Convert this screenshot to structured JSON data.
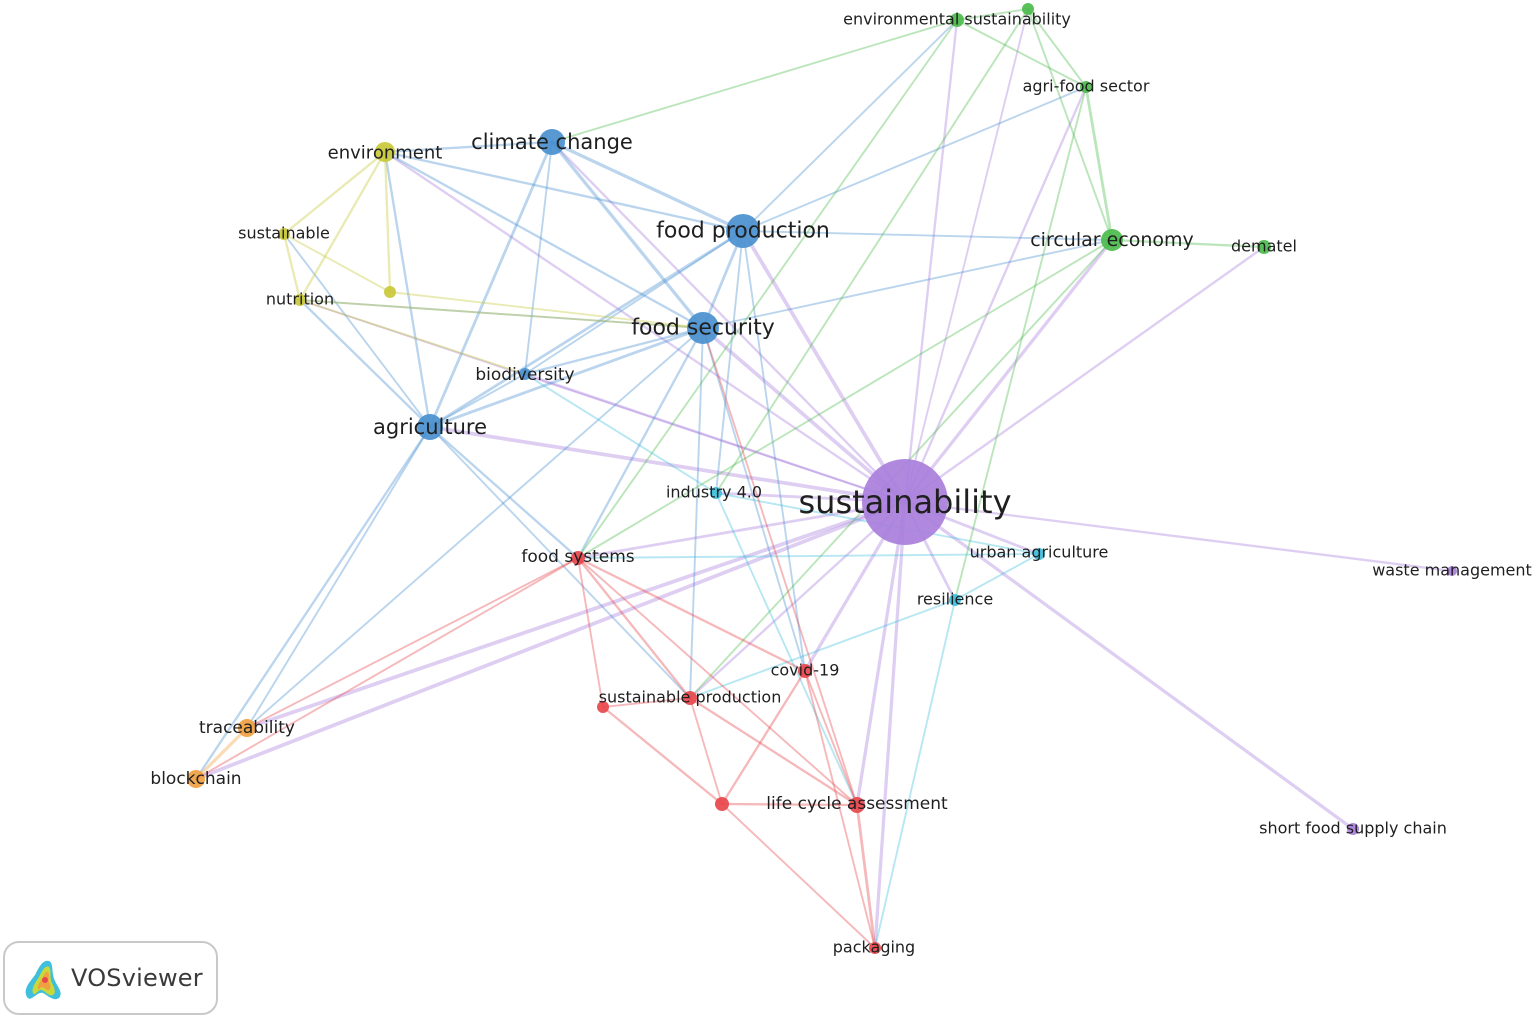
{
  "network": {
    "clusters": {
      "red": "#e8474c",
      "green": "#4cbb4c",
      "blue": "#4a90cf",
      "yellow": "#c9c93a",
      "purple": "#a97fdc",
      "cyan": "#3fbfdc",
      "orange": "#f0a040"
    },
    "nodes": [
      {
        "id": "sustainability",
        "label": "sustainability",
        "cluster": "purple",
        "weight": 10
      },
      {
        "id": "food-production",
        "label": "food production",
        "cluster": "blue",
        "weight": 5
      },
      {
        "id": "food-security",
        "label": "food security",
        "cluster": "blue",
        "weight": 4.5
      },
      {
        "id": "climate-change",
        "label": "climate change",
        "cluster": "blue",
        "weight": 4.5
      },
      {
        "id": "agriculture",
        "label": "agriculture",
        "cluster": "blue",
        "weight": 4.5
      },
      {
        "id": "biodiversity",
        "label": "biodiversity",
        "cluster": "blue",
        "weight": 2
      },
      {
        "id": "environment",
        "label": "environment",
        "cluster": "yellow",
        "weight": 3
      },
      {
        "id": "sustainable",
        "label": "sustainable",
        "cluster": "yellow",
        "weight": 2
      },
      {
        "id": "nutrition",
        "label": "nutrition",
        "cluster": "yellow",
        "weight": 2
      },
      {
        "id": "yellow-unlabeled",
        "label": "",
        "cluster": "yellow",
        "weight": 2
      },
      {
        "id": "environmental-sustainability",
        "label": "environmental sustainability",
        "cluster": "green",
        "weight": 2.2
      },
      {
        "id": "green-top",
        "label": "",
        "cluster": "green",
        "weight": 2
      },
      {
        "id": "agri-food-sector",
        "label": "agri-food sector",
        "cluster": "green",
        "weight": 2
      },
      {
        "id": "circular-economy",
        "label": "circular economy",
        "cluster": "green",
        "weight": 3.5
      },
      {
        "id": "dematel",
        "label": "dematel",
        "cluster": "green",
        "weight": 2
      },
      {
        "id": "industry-4-0",
        "label": "industry 4.0",
        "cluster": "cyan",
        "weight": 2
      },
      {
        "id": "urban-agriculture",
        "label": "urban agriculture",
        "cluster": "cyan",
        "weight": 2
      },
      {
        "id": "resilience",
        "label": "resilience",
        "cluster": "cyan",
        "weight": 2
      },
      {
        "id": "waste-management",
        "label": "waste management",
        "cluster": "purple",
        "weight": 1.8
      },
      {
        "id": "short-food-supply-chain",
        "label": "short food supply chain",
        "cluster": "purple",
        "weight": 1.8
      },
      {
        "id": "food-systems",
        "label": "food systems",
        "cluster": "red",
        "weight": 2.3
      },
      {
        "id": "covid-19",
        "label": "covid-19",
        "cluster": "red",
        "weight": 2.2
      },
      {
        "id": "sustainable-production",
        "label": "sustainable production",
        "cluster": "red",
        "weight": 2.3
      },
      {
        "id": "red-unlabeled-a",
        "label": "",
        "cluster": "red",
        "weight": 2
      },
      {
        "id": "red-unlabeled-b",
        "label": "",
        "cluster": "red",
        "weight": 2
      },
      {
        "id": "life-cycle-assessment",
        "label": "life cycle assessment",
        "cluster": "red",
        "weight": 2.3
      },
      {
        "id": "packaging",
        "label": "packaging",
        "cluster": "red",
        "weight": 2
      },
      {
        "id": "traceability",
        "label": "traceability",
        "cluster": "orange",
        "weight": 2.5
      },
      {
        "id": "blockchain",
        "label": "blockchain",
        "cluster": "orange",
        "weight": 2.5
      }
    ],
    "links": [
      [
        "sustainability",
        "food-production",
        3
      ],
      [
        "sustainability",
        "food-security",
        3
      ],
      [
        "sustainability",
        "climate-change",
        1.5
      ],
      [
        "sustainability",
        "agriculture",
        3
      ],
      [
        "sustainability",
        "biodiversity",
        1.5
      ],
      [
        "sustainability",
        "environment",
        1.5
      ],
      [
        "sustainability",
        "nutrition",
        1
      ],
      [
        "sustainability",
        "environmental-sustainability",
        1.5
      ],
      [
        "sustainability",
        "green-top",
        1
      ],
      [
        "sustainability",
        "agri-food-sector",
        1.5
      ],
      [
        "sustainability",
        "circular-economy",
        2.5
      ],
      [
        "sustainability",
        "dematel",
        1.5
      ],
      [
        "sustainability",
        "industry-4-0",
        2
      ],
      [
        "sustainability",
        "urban-agriculture",
        2
      ],
      [
        "sustainability",
        "resilience",
        2
      ],
      [
        "sustainability",
        "waste-management",
        1.5
      ],
      [
        "sustainability",
        "short-food-supply-chain",
        2.5
      ],
      [
        "sustainability",
        "food-systems",
        2
      ],
      [
        "sustainability",
        "covid-19",
        2.5
      ],
      [
        "sustainability",
        "sustainable-production",
        1.5
      ],
      [
        "sustainability",
        "life-cycle-assessment",
        2.5
      ],
      [
        "sustainability",
        "packaging",
        2.5
      ],
      [
        "sustainability",
        "traceability",
        3
      ],
      [
        "sustainability",
        "blockchain",
        3
      ],
      [
        "food-production",
        "climate-change",
        2.5
      ],
      [
        "food-production",
        "food-security",
        2
      ],
      [
        "food-production",
        "agriculture",
        2
      ],
      [
        "food-production",
        "environment",
        1.5
      ],
      [
        "food-production",
        "biodiversity",
        1
      ],
      [
        "food-production",
        "circular-economy",
        1
      ],
      [
        "food-production",
        "agri-food-sector",
        1
      ],
      [
        "food-production",
        "environmental-sustainability",
        1
      ],
      [
        "food-production",
        "industry-4-0",
        1
      ],
      [
        "food-production",
        "covid-19",
        1
      ],
      [
        "food-security",
        "climate-change",
        2.5
      ],
      [
        "food-security",
        "agriculture",
        2
      ],
      [
        "food-security",
        "biodiversity",
        1.5
      ],
      [
        "food-security",
        "environment",
        1.5
      ],
      [
        "food-security",
        "nutrition",
        1
      ],
      [
        "food-security",
        "food-systems",
        1.5
      ],
      [
        "food-security",
        "sustainable-production",
        1
      ],
      [
        "food-security",
        "traceability",
        1
      ],
      [
        "food-security",
        "covid-19",
        1
      ],
      [
        "food-security",
        "circular-economy",
        1
      ],
      [
        "climate-change",
        "agriculture",
        2
      ],
      [
        "climate-change",
        "environment",
        1.5
      ],
      [
        "climate-change",
        "biodiversity",
        1
      ],
      [
        "agriculture",
        "environment",
        1.5
      ],
      [
        "agriculture",
        "sustainable",
        1
      ],
      [
        "agriculture",
        "nutrition",
        1.5
      ],
      [
        "agriculture",
        "biodiversity",
        1
      ],
      [
        "agriculture",
        "food-systems",
        1.5
      ],
      [
        "agriculture",
        "traceability",
        1
      ],
      [
        "agriculture",
        "blockchain",
        1.5
      ],
      [
        "agriculture",
        "sustainable-production",
        1
      ],
      [
        "environment",
        "sustainable",
        1.5
      ],
      [
        "environment",
        "nutrition",
        1.5
      ],
      [
        "environment",
        "yellow-unlabeled",
        1.5
      ],
      [
        "sustainable",
        "nutrition",
        1.5
      ],
      [
        "sustainable",
        "yellow-unlabeled",
        1
      ],
      [
        "nutrition",
        "food-security",
        1
      ],
      [
        "nutrition",
        "biodiversity",
        1
      ],
      [
        "yellow-unlabeled",
        "food-security",
        1
      ],
      [
        "environmental-sustainability",
        "green-top",
        1
      ],
      [
        "environmental-sustainability",
        "agri-food-sector",
        1
      ],
      [
        "environmental-sustainability",
        "climate-change",
        1
      ],
      [
        "environmental-sustainability",
        "food-systems",
        1
      ],
      [
        "green-top",
        "agri-food-sector",
        1
      ],
      [
        "green-top",
        "circular-economy",
        1
      ],
      [
        "green-top",
        "industry-4-0",
        1
      ],
      [
        "agri-food-sector",
        "circular-economy",
        2
      ],
      [
        "agri-food-sector",
        "resilience",
        1
      ],
      [
        "circular-economy",
        "dematel",
        1.5
      ],
      [
        "circular-economy",
        "sustainable-production",
        1
      ],
      [
        "circular-economy",
        "food-systems",
        1
      ],
      [
        "industry-4-0",
        "urban-agriculture",
        1
      ],
      [
        "industry-4-0",
        "biodiversity",
        1
      ],
      [
        "industry-4-0",
        "life-cycle-assessment",
        1
      ],
      [
        "urban-agriculture",
        "food-systems",
        1
      ],
      [
        "urban-agriculture",
        "resilience",
        1
      ],
      [
        "resilience",
        "sustainable-production",
        1
      ],
      [
        "resilience",
        "packaging",
        1
      ],
      [
        "food-systems",
        "covid-19",
        1.5
      ],
      [
        "food-systems",
        "sustainable-production",
        1.5
      ],
      [
        "food-systems",
        "red-unlabeled-a",
        1
      ],
      [
        "food-systems",
        "life-cycle-assessment",
        1
      ],
      [
        "food-systems",
        "traceability",
        1
      ],
      [
        "food-systems",
        "blockchain",
        1
      ],
      [
        "covid-19",
        "red-unlabeled-b",
        1.5
      ],
      [
        "covid-19",
        "life-cycle-assessment",
        1
      ],
      [
        "covid-19",
        "packaging",
        1
      ],
      [
        "sustainable-production",
        "red-unlabeled-b",
        1
      ],
      [
        "sustainable-production",
        "life-cycle-assessment",
        1.5
      ],
      [
        "red-unlabeled-a",
        "red-unlabeled-b",
        1.5
      ],
      [
        "red-unlabeled-a",
        "sustainable-production",
        1
      ],
      [
        "red-unlabeled-b",
        "life-cycle-assessment",
        1.5
      ],
      [
        "red-unlabeled-b",
        "packaging",
        1
      ],
      [
        "life-cycle-assessment",
        "packaging",
        2
      ],
      [
        "life-cycle-assessment",
        "food-security",
        1
      ],
      [
        "traceability",
        "blockchain",
        2.5
      ]
    ]
  },
  "badge": {
    "text": "VOSviewer",
    "icon": "vosviewer-logo-icon"
  }
}
